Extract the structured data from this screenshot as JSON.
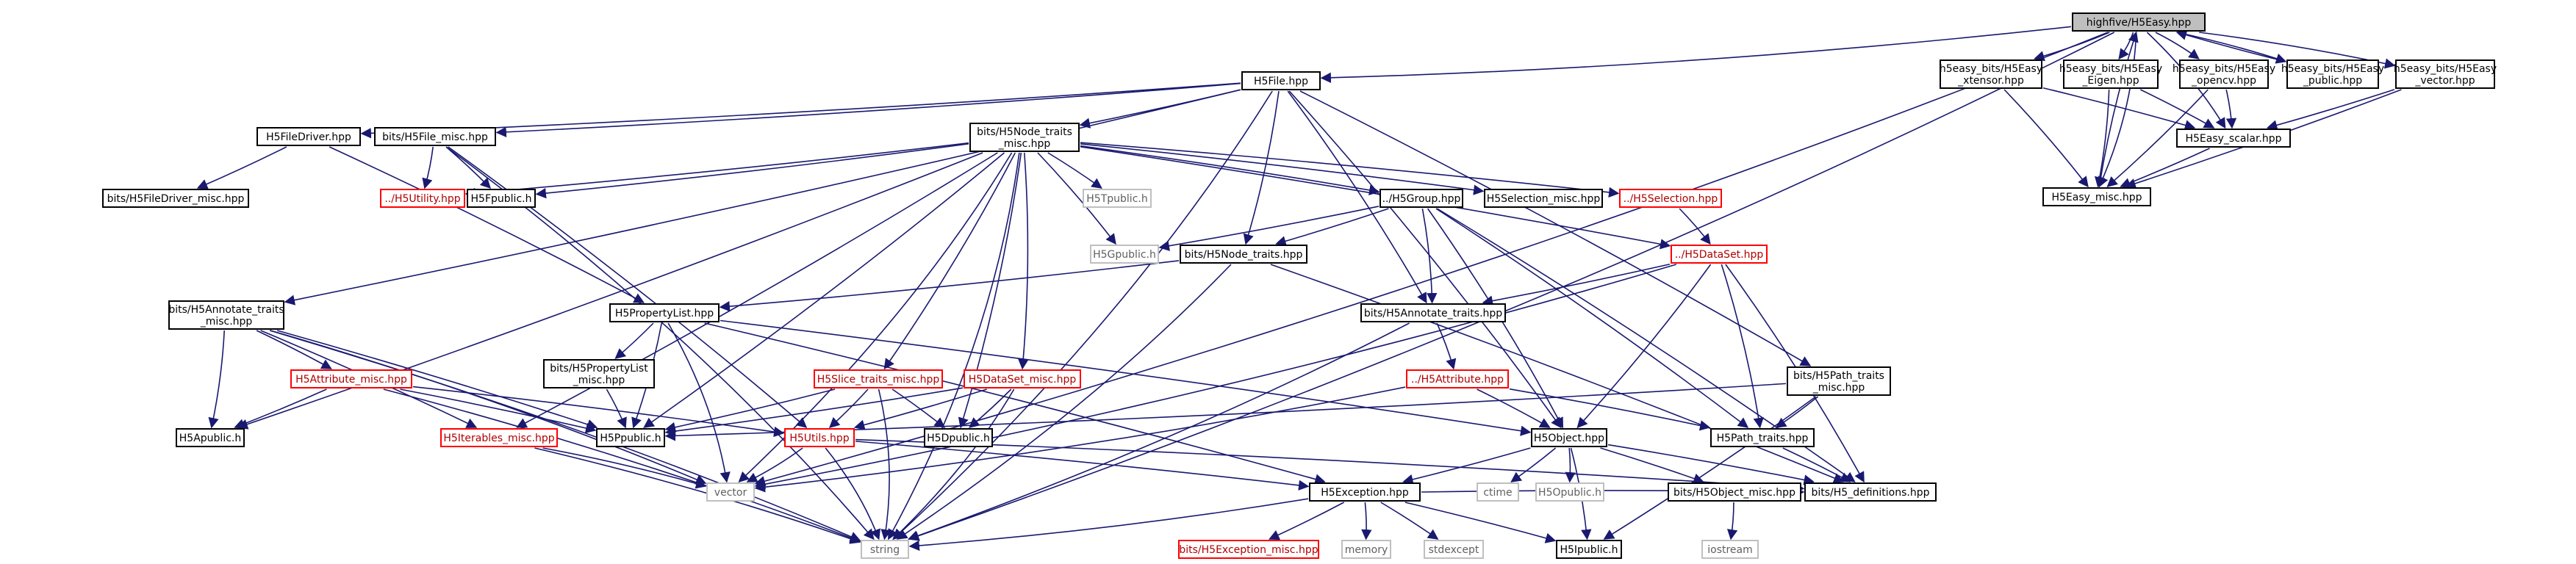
{
  "graph": {
    "root": "highfive/H5Easy.hpp",
    "nodes": {
      "root": {
        "lines": [
          "highfive/H5Easy.hpp"
        ],
        "kind": "root"
      },
      "h5file": {
        "lines": [
          "H5File.hpp"
        ],
        "kind": "normal"
      },
      "xtensor": {
        "lines": [
          "h5easy_bits/H5Easy",
          "_xtensor.hpp"
        ],
        "kind": "normal"
      },
      "eigen": {
        "lines": [
          "h5easy_bits/H5Easy",
          "_Eigen.hpp"
        ],
        "kind": "normal"
      },
      "opencv": {
        "lines": [
          "h5easy_bits/H5Easy",
          "_opencv.hpp"
        ],
        "kind": "normal"
      },
      "public": {
        "lines": [
          "h5easy_bits/H5Easy",
          "_public.hpp"
        ],
        "kind": "normal"
      },
      "vectorh": {
        "lines": [
          "h5easy_bits/H5Easy",
          "_vector.hpp"
        ],
        "kind": "normal"
      },
      "scalar": {
        "lines": [
          "H5Easy_scalar.hpp"
        ],
        "kind": "normal"
      },
      "easymisc": {
        "lines": [
          "H5Easy_misc.hpp"
        ],
        "kind": "normal"
      },
      "filedriver": {
        "lines": [
          "H5FileDriver.hpp"
        ],
        "kind": "normal"
      },
      "filemisc": {
        "lines": [
          "bits/H5File_misc.hpp"
        ],
        "kind": "normal"
      },
      "nodetraitsmisc": {
        "lines": [
          "bits/H5Node_traits",
          "_misc.hpp"
        ],
        "kind": "normal"
      },
      "filedrivermisc": {
        "lines": [
          "bits/H5FileDriver_misc.hpp"
        ],
        "kind": "normal"
      },
      "utility": {
        "lines": [
          "../H5Utility.hpp"
        ],
        "kind": "missing"
      },
      "fpublic": {
        "lines": [
          "H5Fpublic.h"
        ],
        "kind": "normal"
      },
      "tpublic": {
        "lines": [
          "H5Tpublic.h"
        ],
        "kind": "system"
      },
      "group": {
        "lines": [
          "../H5Group.hpp"
        ],
        "kind": "normal"
      },
      "selectionmisc": {
        "lines": [
          "H5Selection_misc.hpp"
        ],
        "kind": "normal"
      },
      "selection": {
        "lines": [
          "../H5Selection.hpp"
        ],
        "kind": "missing"
      },
      "gpublic": {
        "lines": [
          "H5Gpublic.h"
        ],
        "kind": "system"
      },
      "nodetraits": {
        "lines": [
          "bits/H5Node_traits.hpp"
        ],
        "kind": "normal"
      },
      "dataset": {
        "lines": [
          "../H5DataSet.hpp"
        ],
        "kind": "missing"
      },
      "annotatemisc": {
        "lines": [
          "bits/H5Annotate_traits",
          "_misc.hpp"
        ],
        "kind": "normal"
      },
      "plist": {
        "lines": [
          "H5PropertyList.hpp"
        ],
        "kind": "normal"
      },
      "annotate": {
        "lines": [
          "bits/H5Annotate_traits.hpp"
        ],
        "kind": "normal"
      },
      "plistmisc": {
        "lines": [
          "bits/H5PropertyList",
          "_misc.hpp"
        ],
        "kind": "normal"
      },
      "attrmisc": {
        "lines": [
          "H5Attribute_misc.hpp"
        ],
        "kind": "missing"
      },
      "slicemisc": {
        "lines": [
          "H5Slice_traits_misc.hpp"
        ],
        "kind": "missing"
      },
      "datasetmisc": {
        "lines": [
          "H5DataSet_misc.hpp"
        ],
        "kind": "missing"
      },
      "attribute": {
        "lines": [
          "../H5Attribute.hpp"
        ],
        "kind": "missing"
      },
      "pathmisc": {
        "lines": [
          "bits/H5Path_traits",
          "_misc.hpp"
        ],
        "kind": "normal"
      },
      "apublic": {
        "lines": [
          "H5Apublic.h"
        ],
        "kind": "normal"
      },
      "iterables": {
        "lines": [
          "H5Iterables_misc.hpp"
        ],
        "kind": "missing"
      },
      "ppublic": {
        "lines": [
          "H5Ppublic.h"
        ],
        "kind": "normal"
      },
      "utils": {
        "lines": [
          "H5Utils.hpp"
        ],
        "kind": "missing"
      },
      "dpublic": {
        "lines": [
          "H5Dpublic.h"
        ],
        "kind": "normal"
      },
      "object": {
        "lines": [
          "H5Object.hpp"
        ],
        "kind": "normal"
      },
      "pathtraits": {
        "lines": [
          "H5Path_traits.hpp"
        ],
        "kind": "normal"
      },
      "vector": {
        "lines": [
          "vector"
        ],
        "kind": "system"
      },
      "exception": {
        "lines": [
          "H5Exception.hpp"
        ],
        "kind": "normal"
      },
      "ctime": {
        "lines": [
          "ctime"
        ],
        "kind": "system"
      },
      "opublic": {
        "lines": [
          "H5Opublic.h"
        ],
        "kind": "system"
      },
      "objmisc": {
        "lines": [
          "bits/H5Object_misc.hpp"
        ],
        "kind": "normal"
      },
      "defs": {
        "lines": [
          "bits/H5_definitions.hpp"
        ],
        "kind": "normal"
      },
      "string": {
        "lines": [
          "string"
        ],
        "kind": "system"
      },
      "excmisc": {
        "lines": [
          "bits/H5Exception_misc.hpp"
        ],
        "kind": "missing"
      },
      "memory": {
        "lines": [
          "memory"
        ],
        "kind": "system"
      },
      "stdexcept": {
        "lines": [
          "stdexcept"
        ],
        "kind": "system"
      },
      "ipublic": {
        "lines": [
          "H5Ipublic.h"
        ],
        "kind": "normal"
      },
      "iostream": {
        "lines": [
          "iostream"
        ],
        "kind": "system"
      }
    },
    "edges": [
      [
        "root",
        "h5file"
      ],
      [
        "root",
        "xtensor"
      ],
      [
        "root",
        "eigen"
      ],
      [
        "root",
        "opencv"
      ],
      [
        "root",
        "public"
      ],
      [
        "root",
        "vectorh"
      ],
      [
        "root",
        "scalar"
      ],
      [
        "root",
        "easymisc"
      ],
      [
        "root",
        "string"
      ],
      [
        "root",
        "vector"
      ],
      [
        "xtensor",
        "scalar"
      ],
      [
        "xtensor",
        "easymisc"
      ],
      [
        "eigen",
        "scalar"
      ],
      [
        "eigen",
        "easymisc"
      ],
      [
        "opencv",
        "scalar"
      ],
      [
        "opencv",
        "easymisc"
      ],
      [
        "public",
        "root"
      ],
      [
        "vectorh",
        "scalar"
      ],
      [
        "vectorh",
        "easymisc"
      ],
      [
        "scalar",
        "easymisc"
      ],
      [
        "easymisc",
        "root"
      ],
      [
        "h5file",
        "filedriver"
      ],
      [
        "h5file",
        "filemisc"
      ],
      [
        "h5file",
        "nodetraitsmisc"
      ],
      [
        "h5file",
        "annotatemisc"
      ],
      [
        "h5file",
        "nodetraits"
      ],
      [
        "h5file",
        "annotate"
      ],
      [
        "h5file",
        "object"
      ],
      [
        "h5file",
        "pathmisc"
      ],
      [
        "h5file",
        "string"
      ],
      [
        "filedriver",
        "filedrivermisc"
      ],
      [
        "filedriver",
        "plist"
      ],
      [
        "filemisc",
        "utility"
      ],
      [
        "filemisc",
        "fpublic"
      ],
      [
        "filemisc",
        "utils"
      ],
      [
        "filemisc",
        "string"
      ],
      [
        "nodetraitsmisc",
        "utility"
      ],
      [
        "nodetraitsmisc",
        "fpublic"
      ],
      [
        "nodetraitsmisc",
        "tpublic"
      ],
      [
        "nodetraitsmisc",
        "group"
      ],
      [
        "nodetraitsmisc",
        "selectionmisc"
      ],
      [
        "nodetraitsmisc",
        "selection"
      ],
      [
        "nodetraitsmisc",
        "gpublic"
      ],
      [
        "nodetraitsmisc",
        "dataset"
      ],
      [
        "nodetraitsmisc",
        "slicemisc"
      ],
      [
        "nodetraitsmisc",
        "datasetmisc"
      ],
      [
        "nodetraitsmisc",
        "iterables"
      ],
      [
        "nodetraitsmisc",
        "apublic"
      ],
      [
        "nodetraitsmisc",
        "ppublic"
      ],
      [
        "nodetraitsmisc",
        "dpublic"
      ],
      [
        "nodetraitsmisc",
        "vector"
      ],
      [
        "nodetraitsmisc",
        "string"
      ],
      [
        "group",
        "gpublic"
      ],
      [
        "group",
        "nodetraits"
      ],
      [
        "group",
        "annotate"
      ],
      [
        "group",
        "object"
      ],
      [
        "group",
        "pathtraits"
      ],
      [
        "group",
        "defs"
      ],
      [
        "selection",
        "dataset"
      ],
      [
        "dataset",
        "annotate"
      ],
      [
        "dataset",
        "object"
      ],
      [
        "dataset",
        "pathtraits"
      ],
      [
        "dataset",
        "defs"
      ],
      [
        "dataset",
        "vector"
      ],
      [
        "nodetraits",
        "plist"
      ],
      [
        "nodetraits",
        "string"
      ],
      [
        "nodetraits",
        "defs"
      ],
      [
        "annotatemisc",
        "attrmisc"
      ],
      [
        "annotatemisc",
        "apublic"
      ],
      [
        "annotatemisc",
        "ppublic"
      ],
      [
        "annotatemisc",
        "iterables"
      ],
      [
        "annotatemisc",
        "vector"
      ],
      [
        "annotatemisc",
        "string"
      ],
      [
        "plist",
        "plistmisc"
      ],
      [
        "plist",
        "ppublic"
      ],
      [
        "plist",
        "exception"
      ],
      [
        "plist",
        "object"
      ],
      [
        "plist",
        "vector"
      ],
      [
        "plistmisc",
        "ppublic"
      ],
      [
        "annotate",
        "attribute"
      ],
      [
        "annotate",
        "string"
      ],
      [
        "attrmisc",
        "apublic"
      ],
      [
        "attrmisc",
        "ppublic"
      ],
      [
        "attrmisc",
        "utils"
      ],
      [
        "attrmisc",
        "string"
      ],
      [
        "slicemisc",
        "ppublic"
      ],
      [
        "slicemisc",
        "dpublic"
      ],
      [
        "slicemisc",
        "utils"
      ],
      [
        "slicemisc",
        "string"
      ],
      [
        "datasetmisc",
        "dpublic"
      ],
      [
        "datasetmisc",
        "ppublic"
      ],
      [
        "datasetmisc",
        "utils"
      ],
      [
        "datasetmisc",
        "string"
      ],
      [
        "attribute",
        "object"
      ],
      [
        "attribute",
        "pathtraits"
      ],
      [
        "attribute",
        "vector"
      ],
      [
        "pathmisc",
        "pathtraits"
      ],
      [
        "pathmisc",
        "ppublic"
      ],
      [
        "pathmisc",
        "ipublic"
      ],
      [
        "iterables",
        "vector"
      ],
      [
        "iterables",
        "string"
      ],
      [
        "utils",
        "exception"
      ],
      [
        "utils",
        "vector"
      ],
      [
        "utils",
        "string"
      ],
      [
        "utils",
        "defs"
      ],
      [
        "object",
        "exception"
      ],
      [
        "object",
        "ctime"
      ],
      [
        "object",
        "opublic"
      ],
      [
        "object",
        "objmisc"
      ],
      [
        "object",
        "defs"
      ],
      [
        "object",
        "ipublic"
      ],
      [
        "pathtraits",
        "defs"
      ],
      [
        "objmisc",
        "iostream"
      ],
      [
        "exception",
        "excmisc"
      ],
      [
        "exception",
        "memory"
      ],
      [
        "exception",
        "stdexcept"
      ],
      [
        "exception",
        "string"
      ],
      [
        "exception",
        "ipublic"
      ],
      [
        "exception",
        "defs"
      ]
    ]
  }
}
